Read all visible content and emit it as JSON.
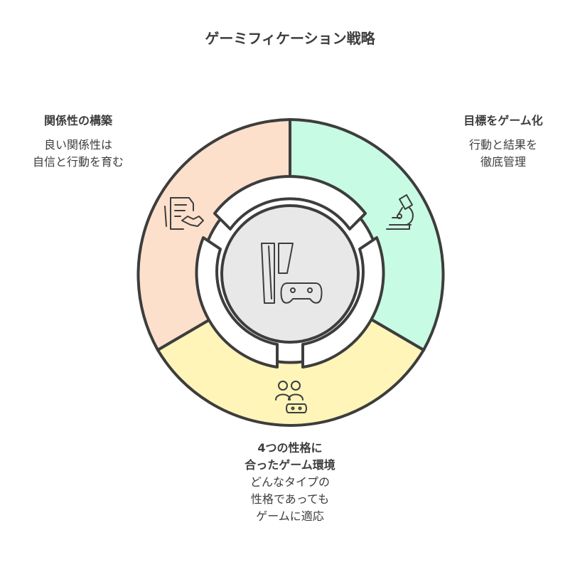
{
  "title": "ゲーミフィケーション戦略",
  "sections": [
    {
      "head": "関係性の構築",
      "desc": "良い関係性は\n自信と行動を育む",
      "color": "#fde0cc",
      "icon": "contract-handshake-icon"
    },
    {
      "head": "目標をゲーム化",
      "desc": "行動と結果を\n徹底管理",
      "color": "#c8fbe3",
      "icon": "microscope-icon"
    },
    {
      "head": "4つの性格に\n合ったゲーム環境",
      "desc": "どんなタイプの\n性格であっても\nゲームに適応",
      "color": "#fff5b8",
      "icon": "people-gamepad-icon"
    }
  ],
  "center": {
    "color": "#e8e8e8",
    "icon": "console-gamepad-icon"
  },
  "colors": {
    "stroke": "#3d3d3d",
    "text": "#3d3d3d"
  }
}
